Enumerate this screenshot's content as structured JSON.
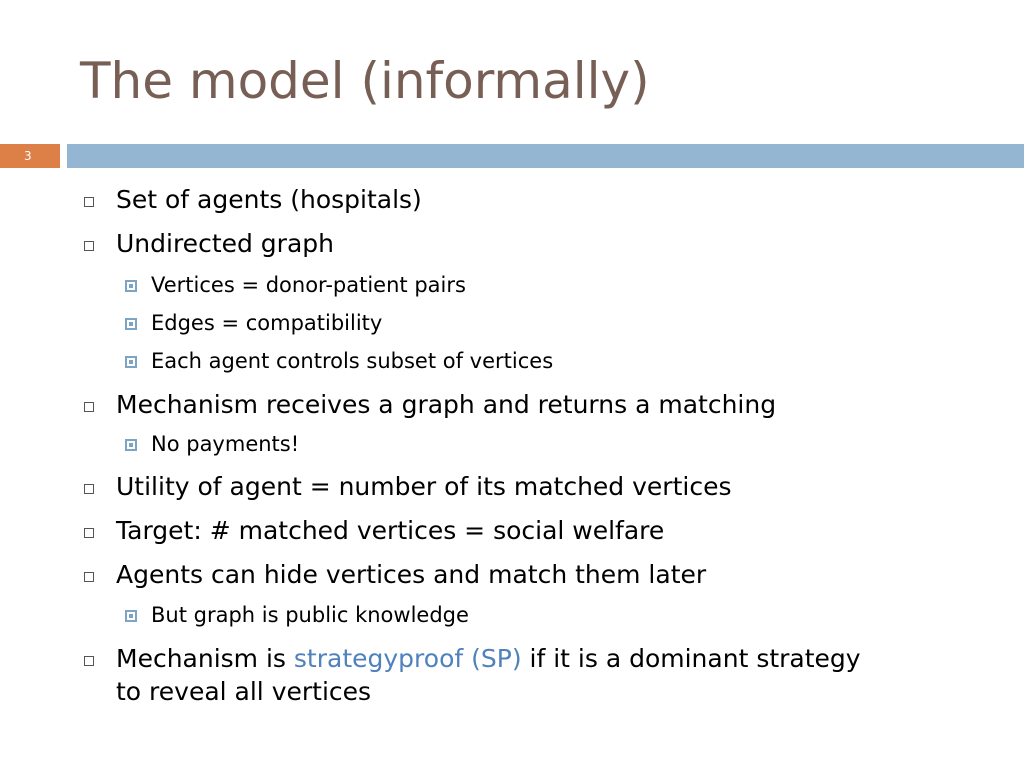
{
  "slide": {
    "title": "The model (informally)",
    "number": "3",
    "accent_color": "#dd8047",
    "bar_color": "#94b6d2",
    "title_color": "#775f55",
    "highlight_color": "#4f81bd"
  },
  "bullets": [
    {
      "text": "Set of agents (hospitals)"
    },
    {
      "text": "Undirected graph",
      "sub": [
        "Vertices = donor-patient pairs",
        "Edges = compatibility",
        "Each agent controls subset of vertices"
      ]
    },
    {
      "text": "Mechanism receives a graph and returns a matching",
      "sub": [
        "No payments!"
      ]
    },
    {
      "text": "Utility of agent = number of its matched vertices"
    },
    {
      "text": "Target: # matched vertices = social welfare"
    },
    {
      "text": "Agents can hide vertices and match them later",
      "sub": [
        "But graph is public knowledge"
      ]
    },
    {
      "text_before": "Mechanism is ",
      "highlight": "strategyproof (SP)",
      "text_after": " if it is a dominant strategy",
      "text_line2": "to reveal all vertices"
    }
  ]
}
